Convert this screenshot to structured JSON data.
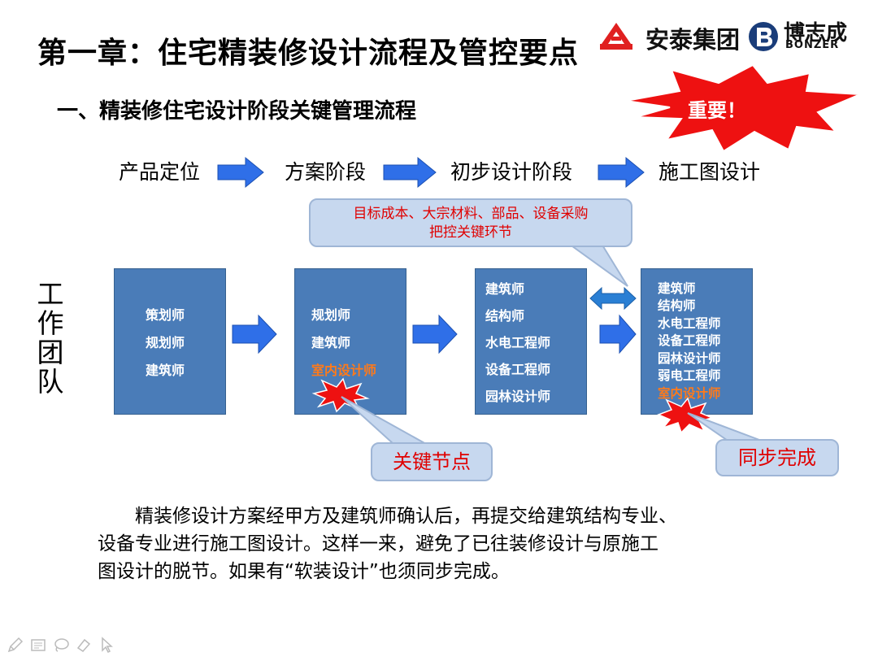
{
  "header": {
    "title": "第一章：住宅精装修设计流程及管控要点",
    "subtitle": "一、精装修住宅设计阶段关键管理流程",
    "important_badge": "重要！"
  },
  "logos": {
    "antai": {
      "name": "安泰集团"
    },
    "bonzer": {
      "name_cn": "博志成",
      "name_en": "BONZER"
    }
  },
  "stages": [
    {
      "label": "产品定位"
    },
    {
      "label": "方案阶段"
    },
    {
      "label": "初步设计阶段"
    },
    {
      "label": "施工图设计"
    }
  ],
  "team_label": [
    "工",
    "作",
    "团",
    "队"
  ],
  "teams": [
    {
      "roles": [
        {
          "name": "策划师",
          "key": false
        },
        {
          "name": "规划师",
          "key": false
        },
        {
          "name": "建筑师",
          "key": false
        }
      ]
    },
    {
      "roles": [
        {
          "name": "规划师",
          "key": false
        },
        {
          "name": "建筑师",
          "key": false
        },
        {
          "name": "室内设计师",
          "key": true
        }
      ]
    },
    {
      "roles": [
        {
          "name": "建筑师",
          "key": false
        },
        {
          "name": "结构师",
          "key": false
        },
        {
          "name": "水电工程师",
          "key": false
        },
        {
          "name": "设备工程师",
          "key": false
        },
        {
          "name": "园林设计师",
          "key": false
        }
      ]
    },
    {
      "roles": [
        {
          "name": "建筑师",
          "key": false
        },
        {
          "name": "结构师",
          "key": false
        },
        {
          "name": "水电工程师",
          "key": false
        },
        {
          "name": "设备工程师",
          "key": false
        },
        {
          "name": "园林设计师",
          "key": false
        },
        {
          "name": "弱电工程师",
          "key": false
        },
        {
          "name": "室内设计师",
          "key": true
        }
      ]
    }
  ],
  "callouts": {
    "top_line1": "目标成本、大宗材料、部品、设备采购",
    "top_line2": "把控关键环节",
    "key_node": "关键节点",
    "sync": "同步完成"
  },
  "paragraph": [
    "　　精装修设计方案经甲方及建筑师确认后，再提交给建筑结构专业、",
    "设备专业进行施工图设计。这样一来，避免了已往装修设计与原施工",
    "图设计的脱节。如果有“软装设计”也须同步完成。"
  ],
  "colors": {
    "box_fill": "#4a7cb8",
    "arrow_fill": "#2f6fe8",
    "callout_fill": "#c7d8ef",
    "accent_red": "#e00000",
    "key_orange": "#ff7a1a"
  },
  "toolbar": [
    "pen-icon",
    "slides-icon",
    "lasso-icon",
    "eraser-icon",
    "pointer-icon"
  ]
}
